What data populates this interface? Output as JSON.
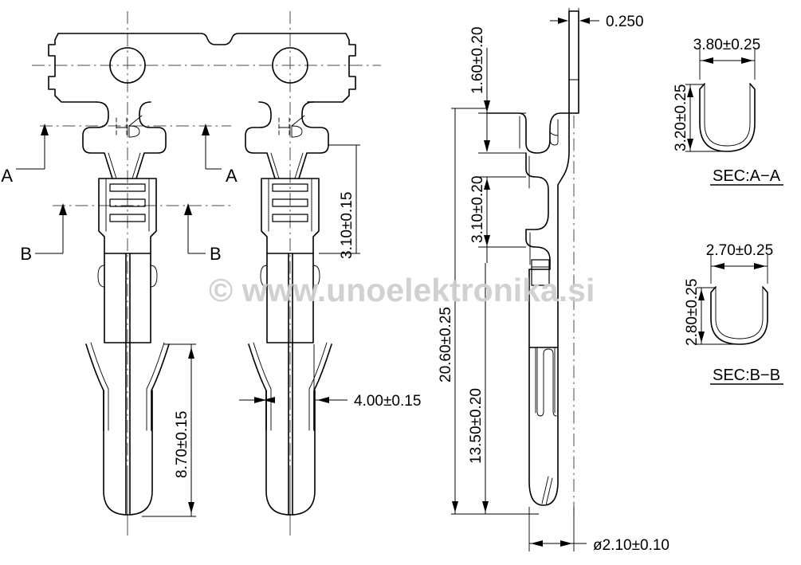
{
  "document": {
    "type": "engineering-drawing",
    "subject": "electrical crimp terminal pin",
    "watermark": "© www.unoelektronika.si"
  },
  "views": {
    "front": {
      "name": "front-view-terminal-strip",
      "section_markers": [
        {
          "id": "A",
          "left_label": "A",
          "right_label": "A"
        },
        {
          "id": "B",
          "left_label": "B",
          "right_label": "B"
        }
      ]
    },
    "side": {
      "name": "side-view-terminal"
    },
    "sections": [
      {
        "id": "A-A",
        "title": "SEC:A−A",
        "width": "3.80±0.25",
        "height": "3.20±0.25"
      },
      {
        "id": "B-B",
        "title": "SEC:B−B",
        "width": "2.70±0.25",
        "height": "2.80±0.25"
      }
    ]
  },
  "dimensions": {
    "front_right_vertical": "3.10±0.15",
    "front_lower_left": "8.70±0.15",
    "front_lower_right": "4.00±0.15",
    "side_top_thickness": "0.250",
    "side_upper": "1.60±0.20",
    "side_middle": "3.10±0.20",
    "side_overall": "20.60±0.25",
    "side_lower": "13.50±0.20",
    "side_bottom_diameter": "ø2.10±0.10"
  },
  "section_labels": {
    "a_left": "A",
    "a_right": "A",
    "b_left": "B",
    "b_right": "B",
    "sec_a_title": "SEC:A−A",
    "sec_b_title": "SEC:B−B"
  },
  "colors": {
    "line": "#000000",
    "centerline": "#4a4a4a",
    "background": "#ffffff",
    "watermark": "#cfcfcf"
  }
}
